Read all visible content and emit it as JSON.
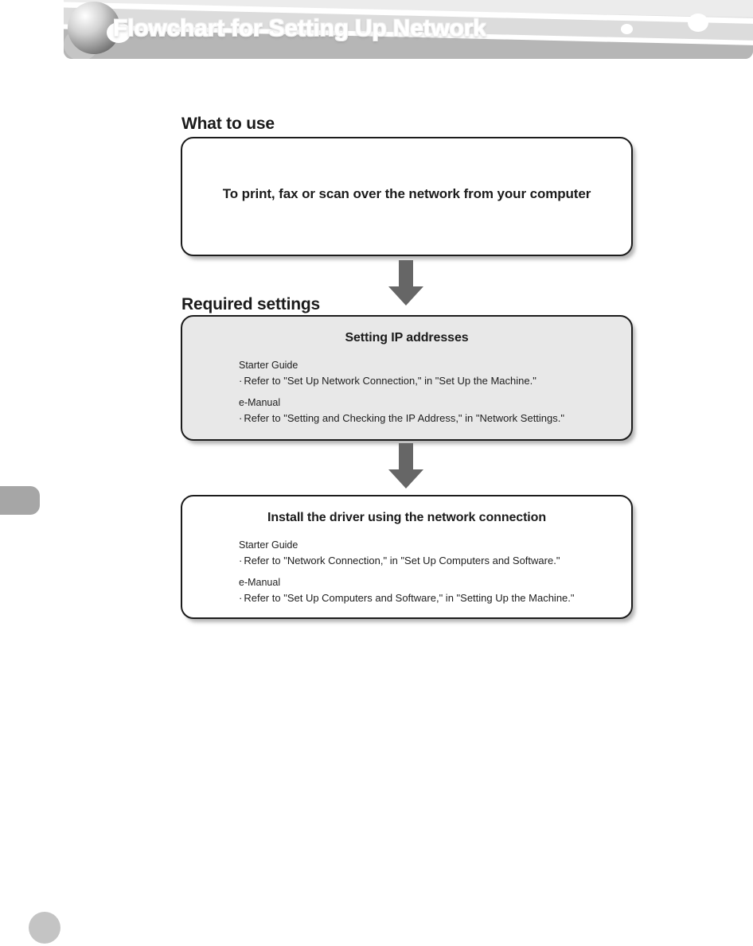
{
  "header": {
    "title": "Flowchart for Setting Up Network",
    "decor": {
      "sphere": "sphere-decoration",
      "circle_small": "circle-decoration-small",
      "circle_large": "circle-decoration-large"
    },
    "colors": {
      "banner_light": "#e3e3e3",
      "banner_dark": "#b0b0b0",
      "title_text": "#ffffff"
    }
  },
  "sections": {
    "what_to_use": "What to use",
    "required_settings": "Required settings"
  },
  "flow": {
    "box_1": {
      "text": "To print, fax or scan over the network from your computer"
    },
    "box_2": {
      "title": "Setting IP addresses",
      "references": [
        {
          "source": "Starter Guide",
          "item": "Refer to \"Set Up Network Connection,\" in \"Set Up the Machine.\""
        },
        {
          "source": "e-Manual",
          "item": "Refer to \"Setting and Checking the IP Address,\" in \"Network Settings.\""
        }
      ]
    },
    "box_3": {
      "title": "Install the driver using the network connection",
      "references": [
        {
          "source": "Starter Guide",
          "item": "Refer to \"Network Connection,\" in \"Set Up Computers and Software.\""
        },
        {
          "source": "e-Manual",
          "item": "Refer to \"Set Up Computers and Software,\" in \"Setting Up the Machine.\""
        }
      ]
    },
    "bullet": "·",
    "arrow_color": "#666666",
    "box_fill_grey": "#e8e8e8",
    "box_border": "#1c1c1c"
  },
  "marks": {
    "side_tab": "side-tab-marker",
    "page_mark": "page-number-marker"
  }
}
